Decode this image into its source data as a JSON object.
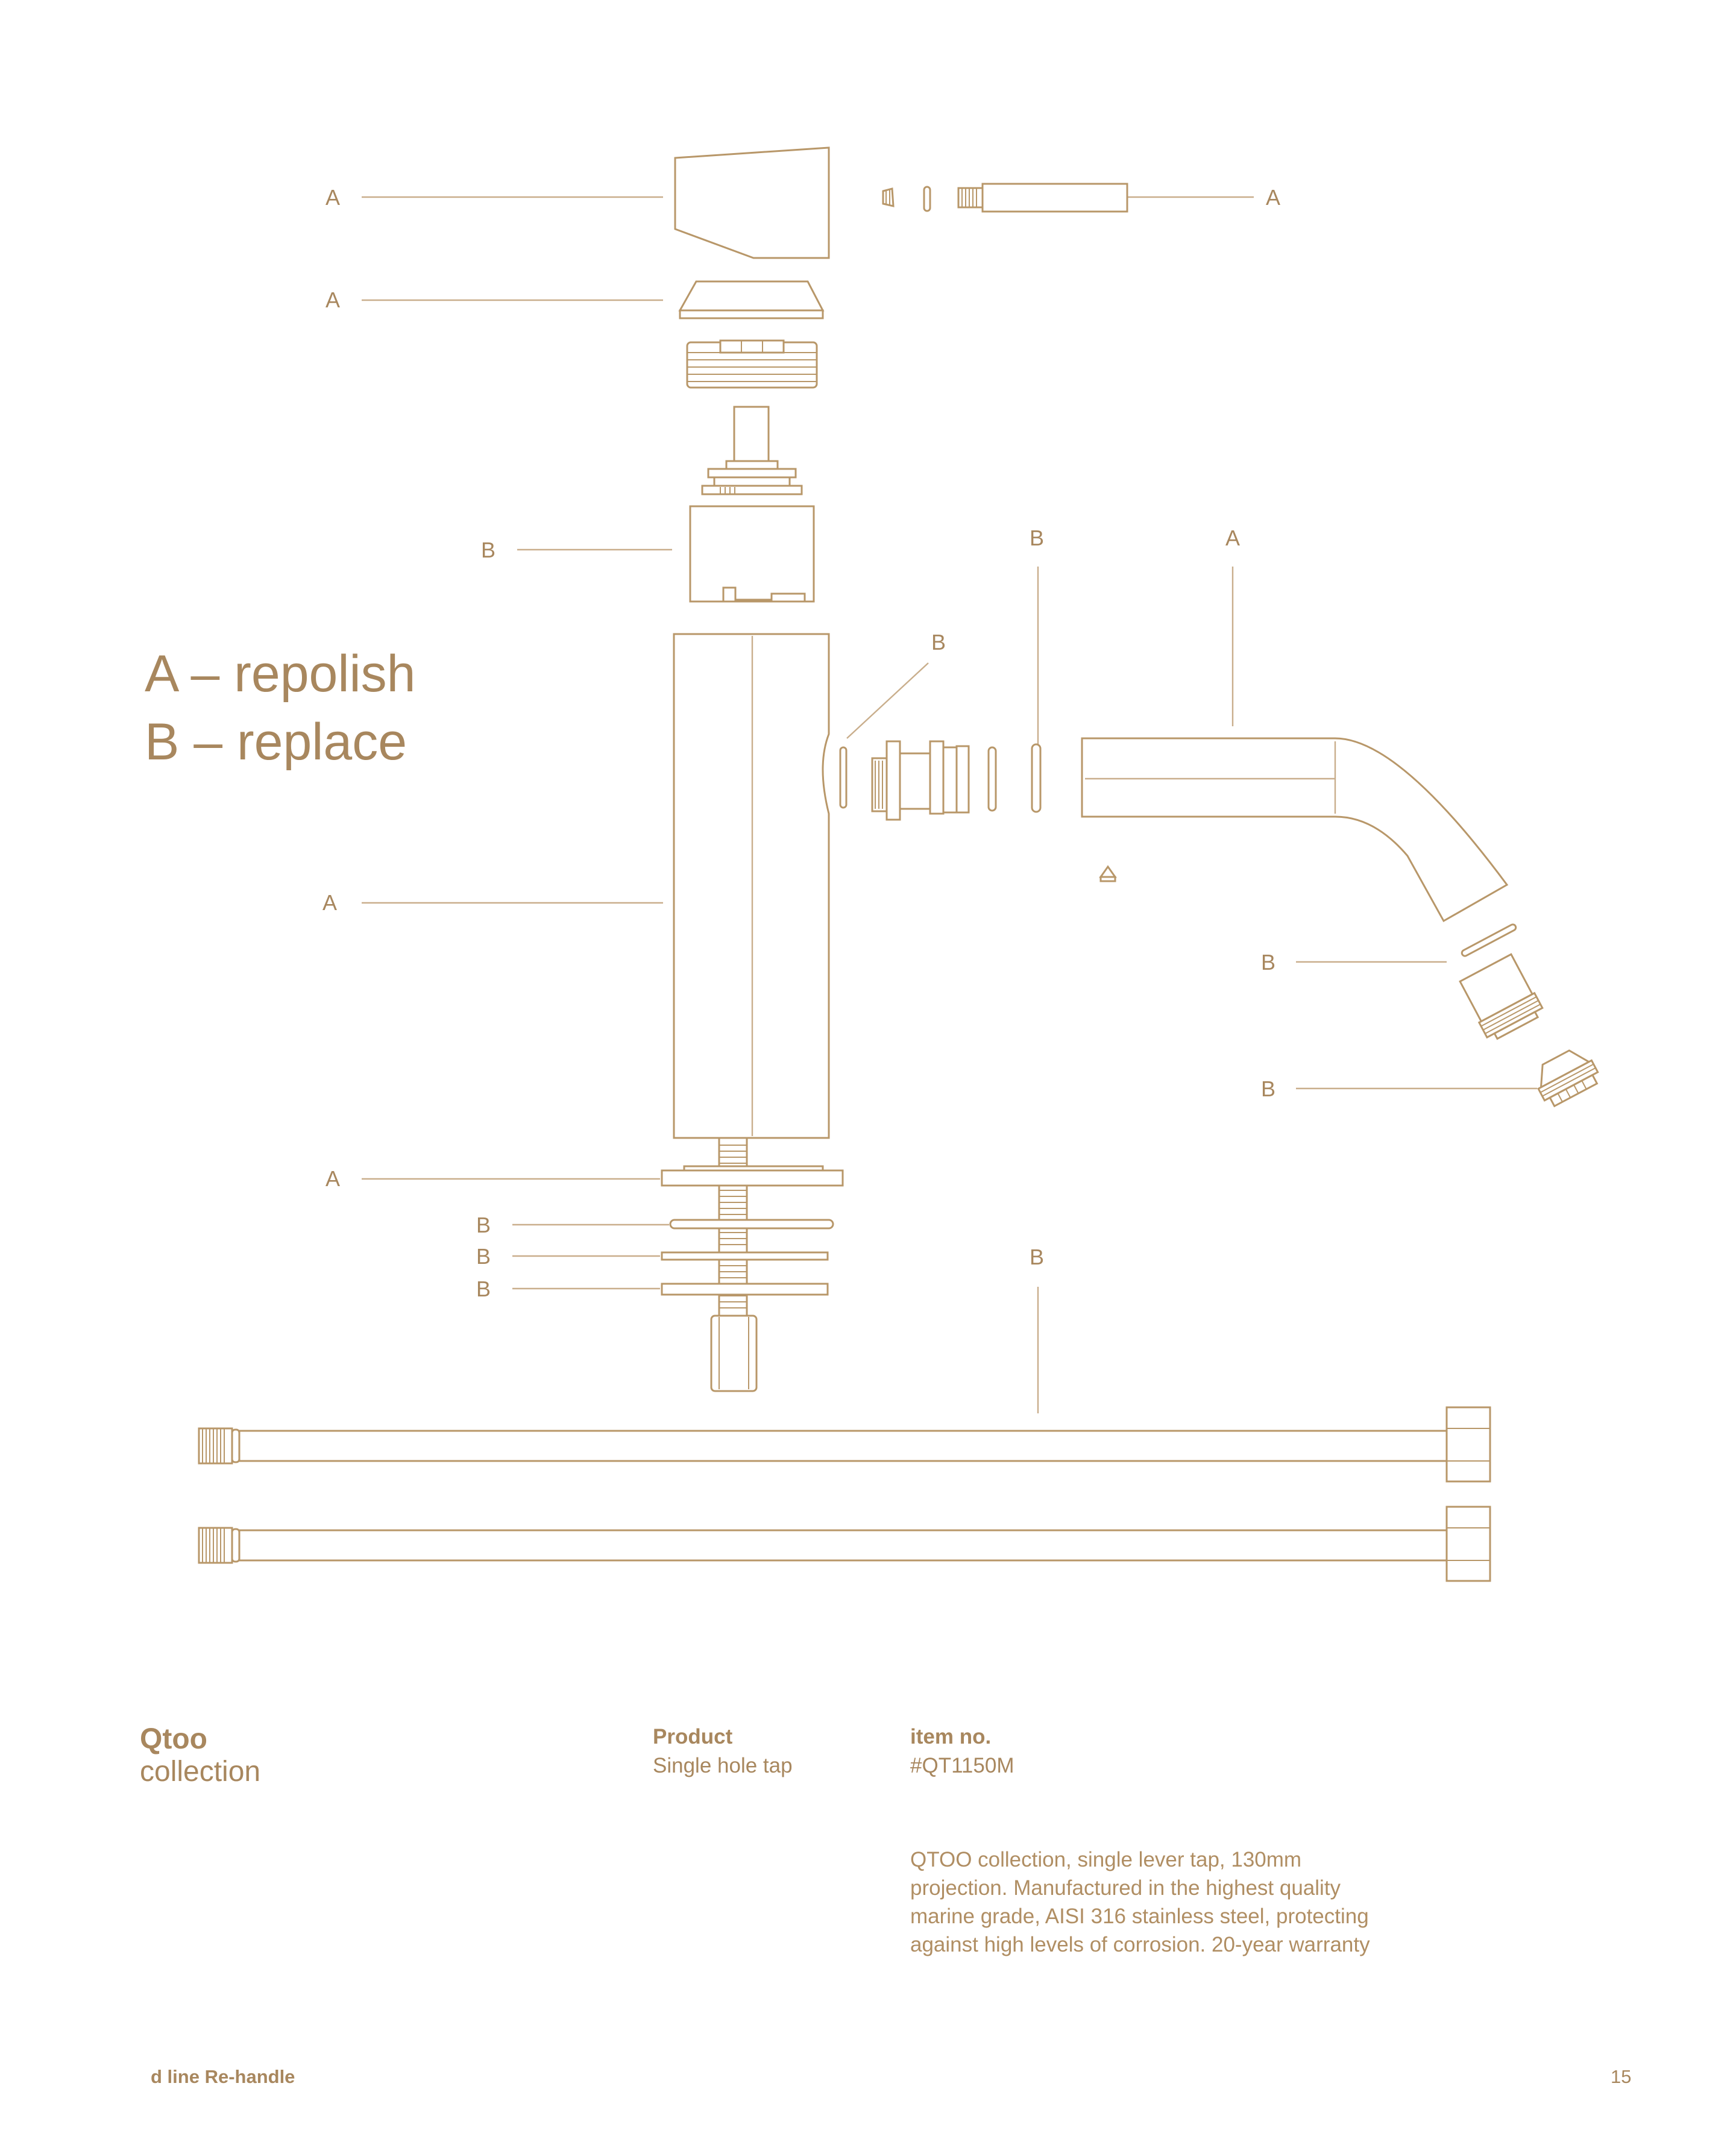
{
  "legend": {
    "a": "A – repolish",
    "b": "B – replace"
  },
  "callouts": {
    "a": "A",
    "b": "B"
  },
  "info": {
    "collection_name": "Qtoo",
    "collection_label": "collection",
    "product_label": "Product",
    "product_value": "Single hole tap",
    "item_label": "item no.",
    "item_value": "#QT1150M",
    "description": "QTOO collection, single lever tap, 130mm projection. Manufactured in the highest quality marine grade, AISI 316 stainless steel, protecting against high levels of corrosion. 20-year warranty"
  },
  "footer": {
    "title": "d line Re-handle",
    "page_number": "15"
  },
  "colors": {
    "accent": "#a8875e",
    "line": "#c9ae8c",
    "background": "#ffffff"
  }
}
